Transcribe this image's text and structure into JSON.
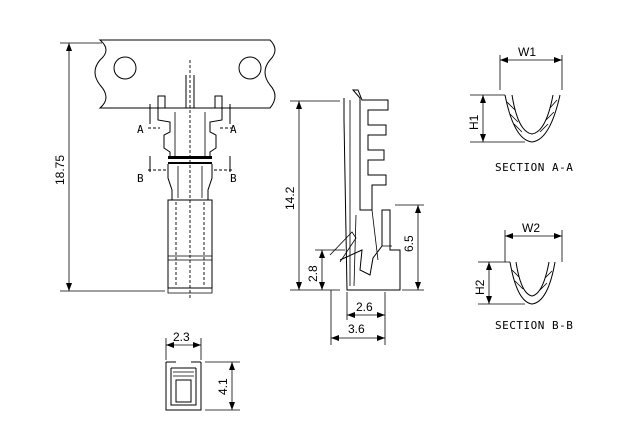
{
  "dimensions": {
    "overall_length": "18.75",
    "side_height": "14.2",
    "side_low": "2.8",
    "side_mid": "6.5",
    "side_width_inner": "2.6",
    "side_width_outer": "3.6",
    "end_width": "2.3",
    "end_height": "4.1",
    "w1": "W1",
    "h1": "H1",
    "w2": "W2",
    "h2": "H2"
  },
  "section_markers": {
    "a": "A",
    "b": "B"
  },
  "sections": {
    "aa_title": "SECTION A-A",
    "bb_title": "SECTION B-B"
  }
}
